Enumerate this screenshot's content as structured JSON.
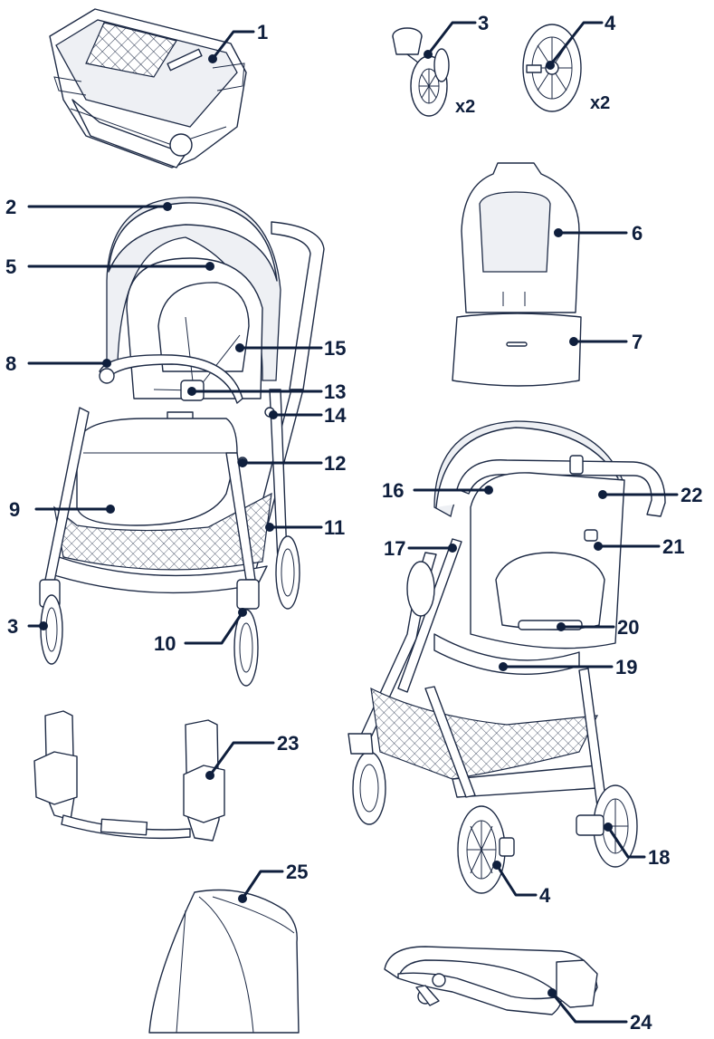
{
  "colors": {
    "ink": "#0f1f3d",
    "line_art": "#1d2a45",
    "background": "#ffffff"
  },
  "callouts": [
    {
      "id": "1",
      "text": "1"
    },
    {
      "id": "2",
      "text": "2"
    },
    {
      "id": "3a",
      "text": "3"
    },
    {
      "id": "3b",
      "text": "3"
    },
    {
      "id": "4a",
      "text": "4"
    },
    {
      "id": "4b",
      "text": "4"
    },
    {
      "id": "5",
      "text": "5"
    },
    {
      "id": "6",
      "text": "6"
    },
    {
      "id": "7",
      "text": "7"
    },
    {
      "id": "8",
      "text": "8"
    },
    {
      "id": "9",
      "text": "9"
    },
    {
      "id": "10",
      "text": "10"
    },
    {
      "id": "11",
      "text": "11"
    },
    {
      "id": "12",
      "text": "12"
    },
    {
      "id": "13",
      "text": "13"
    },
    {
      "id": "14",
      "text": "14"
    },
    {
      "id": "15",
      "text": "15"
    },
    {
      "id": "16",
      "text": "16"
    },
    {
      "id": "17",
      "text": "17"
    },
    {
      "id": "18",
      "text": "18"
    },
    {
      "id": "19",
      "text": "19"
    },
    {
      "id": "20",
      "text": "20"
    },
    {
      "id": "21",
      "text": "21"
    },
    {
      "id": "22",
      "text": "22"
    },
    {
      "id": "23",
      "text": "23"
    },
    {
      "id": "24",
      "text": "24"
    },
    {
      "id": "25",
      "text": "25"
    }
  ],
  "quantities": {
    "front_wheels": "x2",
    "rear_wheels": "x2"
  },
  "illustrations": [
    "folded-stroller",
    "front-swivel-wheel",
    "rear-wheel",
    "stroller-front-view",
    "seat-liner",
    "stroller-rear-view",
    "car-seat-adapters",
    "rain-cover",
    "bumper-bar"
  ]
}
